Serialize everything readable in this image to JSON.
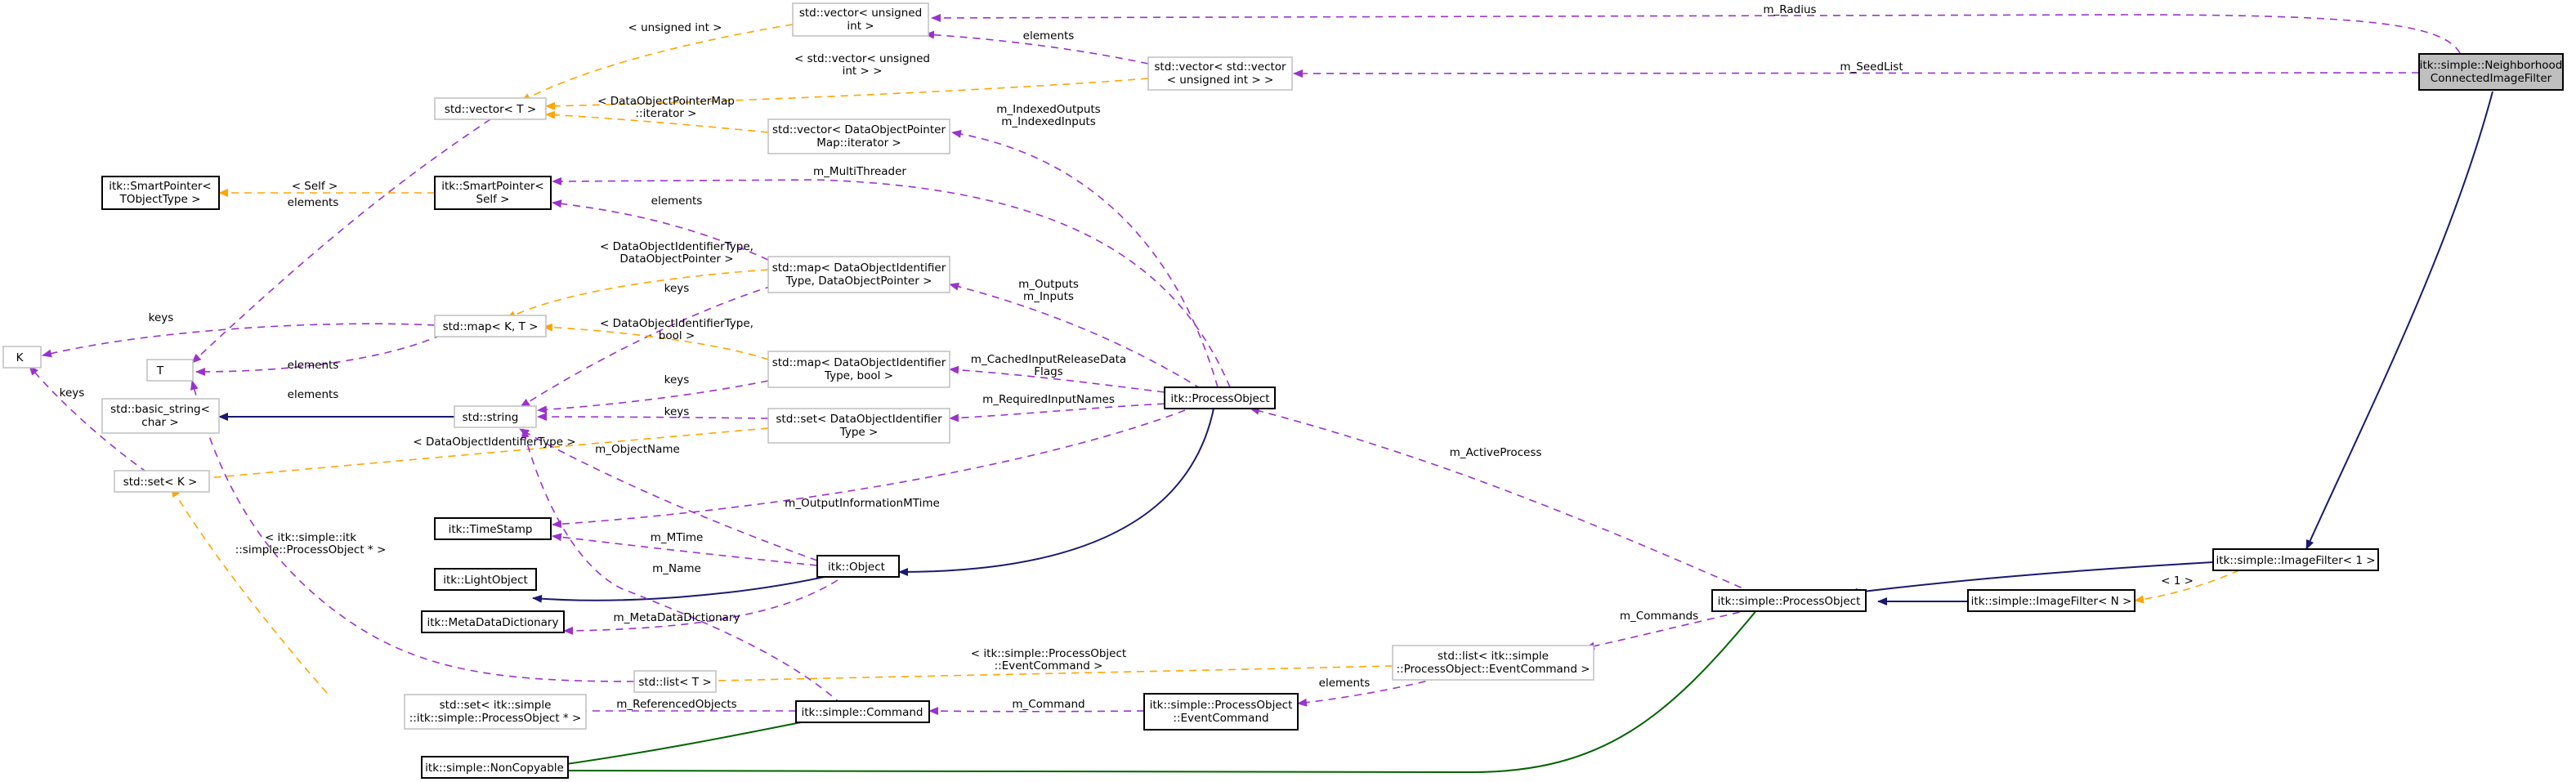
{
  "colors": {
    "usage_edge": "#9a32cd",
    "template_edge": "#ffa500",
    "inheritance_edge": "#191970",
    "private_inheritance_edge": "#006400",
    "focus_fill": "#bfbfbf"
  },
  "nodes": {
    "nhcif": [
      "itk::simple::Neighborhood",
      "ConnectedImageFilter"
    ],
    "vec_uint": [
      "std::vector< unsigned",
      "int >"
    ],
    "vec_vec": [
      "std::vector< std::vector",
      "< unsigned int > >"
    ],
    "vec_t": [
      "std::vector< T >"
    ],
    "vec_dop": [
      "std::vector< DataObjectPointer",
      "Map::iterator >"
    ],
    "sp_tobj": [
      "itk::SmartPointer<",
      "TObjectType >"
    ],
    "sp_self": [
      "itk::SmartPointer<",
      "Self >"
    ],
    "map_dop": [
      "std::map< DataObjectIdentifier",
      "Type, DataObjectPointer >"
    ],
    "map_kt": [
      "std::map< K, T >"
    ],
    "k": [
      "K"
    ],
    "t": [
      "T"
    ],
    "map_bool": [
      "std::map< DataObjectIdentifier",
      "Type, bool >"
    ],
    "basic_string": [
      "std::basic_string<",
      "char >"
    ],
    "string": [
      "std::string"
    ],
    "set_doi": [
      "std::set< DataObjectIdentifier",
      "Type >"
    ],
    "process_object": [
      "itk::ProcessObject"
    ],
    "set_k": [
      "std::set< K >"
    ],
    "timestamp": [
      "itk::TimeStamp"
    ],
    "object": [
      "itk::Object"
    ],
    "light_object": [
      "itk::LightObject"
    ],
    "meta_dict": [
      "itk::MetaDataDictionary"
    ],
    "list_t": [
      "std::list< T >"
    ],
    "set_po": [
      "std::set< itk::simple",
      "::itk::simple::ProcessObject * >"
    ],
    "command": [
      "itk::simple::Command"
    ],
    "noncopyable": [
      "itk::simple::NonCopyable"
    ],
    "po_event": [
      "itk::simple::ProcessObject",
      "::EventCommand"
    ],
    "list_ec": [
      "std::list< itk::simple",
      "::ProcessObject::EventCommand >"
    ],
    "simple_po": [
      "itk::simple::ProcessObject"
    ],
    "image_filter_n": [
      "itk::simple::ImageFilter< N >"
    ],
    "image_filter_1": [
      "itk::simple::ImageFilter< 1 >"
    ]
  },
  "edge_labels": {
    "m_radius": [
      "m_Radius"
    ],
    "m_seedlist": [
      "m_SeedList"
    ],
    "unsigned_int": [
      "< unsigned int >"
    ],
    "elements_vec": [
      "elements"
    ],
    "vec_uint_arg": [
      "< std::vector< unsigned",
      "int > >"
    ],
    "dop_map_iter": [
      "< DataObjectPointerMap",
      "::iterator >"
    ],
    "indexed": [
      "m_IndexedOutputs",
      "m_IndexedInputs"
    ],
    "self_arg": [
      "< Self >"
    ],
    "elements_t": [
      "elements"
    ],
    "multithreader": [
      "m_MultiThreader"
    ],
    "elements_sp": [
      "elements"
    ],
    "doi_dop": [
      "< DataObjectIdentifierType,",
      "DataObjectPointer >"
    ],
    "keys_kt": [
      "keys"
    ],
    "keys_mapdop": [
      "keys"
    ],
    "outputs_inputs": [
      "m_Outputs",
      "m_Inputs"
    ],
    "doi_bool": [
      "< DataObjectIdentifierType,",
      "bool >"
    ],
    "elements_kt": [
      "elements"
    ],
    "keys_mapbool": [
      "keys"
    ],
    "cached": [
      "m_CachedInputReleaseData",
      "Flags"
    ],
    "elements_listt": [
      "elements"
    ],
    "keys_setk": [
      "keys"
    ],
    "keys_setdoi": [
      "keys"
    ],
    "required": [
      "m_RequiredInputNames"
    ],
    "doi_arg": [
      "< DataObjectIdentifierType >"
    ],
    "objectname": [
      "m_ObjectName"
    ],
    "output_mtime": [
      "m_OutputInformationMTime"
    ],
    "active_process": [
      "m_ActiveProcess"
    ],
    "mtime": [
      "m_MTime"
    ],
    "po_ptr": [
      "< itk::simple::itk",
      "::simple::ProcessObject * >"
    ],
    "m_name": [
      "m_Name"
    ],
    "meta_dictionary": [
      "m_MetaDataDictionary"
    ],
    "m_commands": [
      "m_Commands"
    ],
    "one_arg": [
      "< 1 >"
    ],
    "event_arg": [
      "< itk::simple::ProcessObject",
      "::EventCommand >"
    ],
    "elements_ec": [
      "elements"
    ],
    "referenced": [
      "m_ReferencedObjects"
    ],
    "m_command": [
      "m_Command"
    ]
  }
}
